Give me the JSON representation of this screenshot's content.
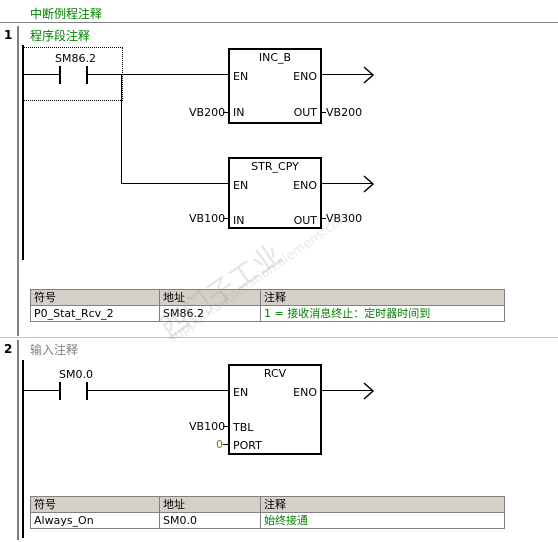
{
  "title": "中断例程注释",
  "networks": [
    {
      "number": "1",
      "comment": "程序段注释",
      "contact": "SM86.2",
      "boxes": [
        {
          "name": "INC_B",
          "pins_left": [
            "EN",
            "IN"
          ],
          "pins_right": [
            "ENO",
            "OUT"
          ],
          "in_operand": "VB200",
          "out_operand": "VB200"
        },
        {
          "name": "STR_CPY",
          "pins_left": [
            "EN",
            "IN"
          ],
          "pins_right": [
            "ENO",
            "OUT"
          ],
          "in_operand": "VB100",
          "out_operand": "VB300"
        }
      ],
      "symbols": {
        "headers": [
          "符号",
          "地址",
          "注释"
        ],
        "rows": [
          [
            "P0_Stat_Rcv_2",
            "SM86.2",
            "1 = 接收消息终止：定时器时间到"
          ]
        ]
      }
    },
    {
      "number": "2",
      "comment": "输入注释",
      "contact": "SM0.0",
      "boxes": [
        {
          "name": "RCV",
          "pins_left": [
            "EN",
            "TBL",
            "PORT"
          ],
          "pins_right": [
            "ENO"
          ],
          "tbl_operand": "VB100",
          "port_operand": "0"
        }
      ],
      "symbols": {
        "headers": [
          "符号",
          "地址",
          "注释"
        ],
        "rows": [
          [
            "Always_On",
            "SM0.0",
            "始终接通"
          ]
        ]
      }
    }
  ],
  "watermark": {
    "text1": "西门子工业",
    "text2": "support.automation.siemens.com"
  },
  "colors": {
    "comment": "#008000",
    "input_comment": "#808080",
    "table_header": "#d4d0c8"
  }
}
